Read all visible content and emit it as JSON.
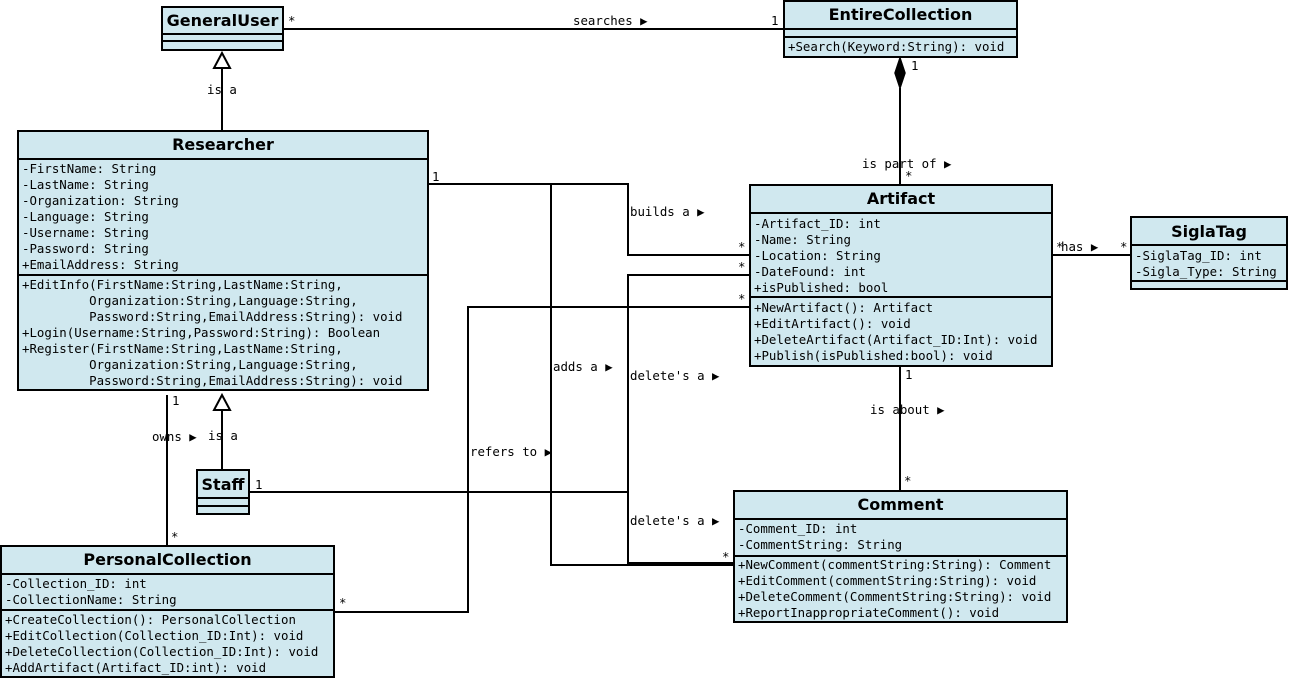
{
  "classes": {
    "general_user": {
      "name": "GeneralUser",
      "attributes": [],
      "operations": []
    },
    "entire_collection": {
      "name": "EntireCollection",
      "attributes": [],
      "operations": [
        "+Search(Keyword:String): void"
      ]
    },
    "researcher": {
      "name": "Researcher",
      "attributes": [
        "-FirstName: String",
        "-LastName: String",
        "-Organization: String",
        "-Language: String",
        "-Username: String",
        "-Password: String",
        "+EmailAddress: String"
      ],
      "operations": [
        "+EditInfo(FirstName:String,LastName:String,",
        "         Organization:String,Language:String,",
        "         Password:String,EmailAddress:String): void",
        "+Login(Username:String,Password:String): Boolean",
        "+Register(FirstName:String,LastName:String,",
        "         Organization:String,Language:String,",
        "         Password:String,EmailAddress:String): void"
      ]
    },
    "artifact": {
      "name": "Artifact",
      "attributes": [
        "-Artifact_ID: int",
        "-Name: String",
        "-Location: String",
        "-DateFound: int",
        "+isPublished: bool"
      ],
      "operations": [
        "+NewArtifact(): Artifact",
        "+EditArtifact(): void",
        "+DeleteArtifact(Artifact_ID:Int): void",
        "+Publish(isPublished:bool): void"
      ]
    },
    "sigla_tag": {
      "name": "SiglaTag",
      "attributes": [
        "-SiglaTag_ID: int",
        "-Sigla_Type: String"
      ],
      "operations": []
    },
    "staff": {
      "name": "Staff",
      "attributes": [],
      "operations": []
    },
    "comment": {
      "name": "Comment",
      "attributes": [
        "-Comment_ID: int",
        "-CommentString: String"
      ],
      "operations": [
        "+NewComment(commentString:String): Comment",
        "+EditComment(commentString:String): void",
        "+DeleteComment(CommentString:String): void",
        "+ReportInappropriateComment(): void"
      ]
    },
    "personal_collection": {
      "name": "PersonalCollection",
      "attributes": [
        "-Collection_ID: int",
        "-CollectionName: String"
      ],
      "operations": [
        "+CreateCollection(): PersonalCollection",
        "+EditCollection(Collection_ID:Int): void",
        "+DeleteCollection(Collection_ID:Int): void",
        "+AddArtifact(Artifact_ID:int): void"
      ]
    }
  },
  "relationships": {
    "searches": {
      "label": "searches ▶",
      "from_mult": "*",
      "to_mult": "1"
    },
    "researcher_is_a": {
      "label": "is a"
    },
    "staff_is_a": {
      "label": "is a"
    },
    "is_part_of": {
      "label": "is part of ▶",
      "whole_mult": "1",
      "part_mult": "*"
    },
    "builds_a": {
      "label": "builds a ▶",
      "from_mult": "1",
      "to_mult": "*"
    },
    "adds_a": {
      "label": "adds a ▶"
    },
    "deletes_artifact": {
      "label": "delete's a ▶",
      "to_mult": "*"
    },
    "refers_to": {
      "label": "refers to ▶",
      "from_mult": "*",
      "to_mult": "*"
    },
    "has": {
      "label": "has ▶",
      "from_mult": "*",
      "to_mult": "*"
    },
    "is_about": {
      "label": "is about ▶",
      "from_mult": "1",
      "to_mult": "*"
    },
    "owns": {
      "label": "owns ▶",
      "from_mult": "1",
      "to_mult": "*"
    },
    "staff_link": {
      "from_mult": "1"
    },
    "deletes_comment": {
      "label": "delete's a ▶",
      "to_mult": "*"
    }
  }
}
